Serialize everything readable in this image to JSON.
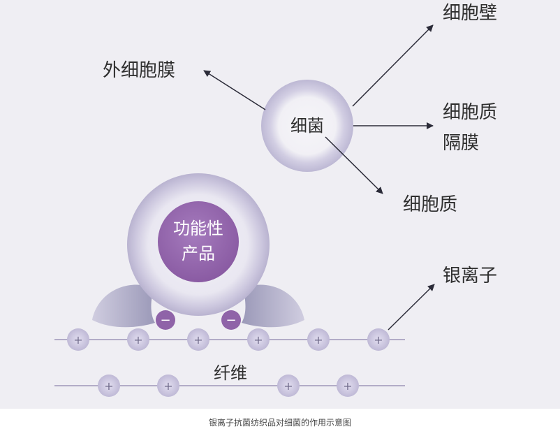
{
  "labels": {
    "outer_membrane": "外细胞膜",
    "cell_wall": "细胞壁",
    "cytoplasmic_membrane_1": "细胞质",
    "cytoplasmic_membrane_2": "隔膜",
    "cytoplasm": "细胞质",
    "silver_ion": "银离子",
    "bacteria": "细菌",
    "product_line1": "功能性",
    "product_line2": "产品",
    "fiber": "纤维"
  },
  "symbols": {
    "positive": "+",
    "negative": "−"
  },
  "caption": "银离子抗菌纺织品对细菌的作用示意图",
  "colors": {
    "background": "#efeef3",
    "bacteria_ring": "#c9c6dc",
    "bacteria_inner": "#f1f0f5",
    "product_core": "#9a6bb3",
    "product_ring": "#c4bedb",
    "ion_fill": "#cbc6df",
    "negative_fill": "#8f63a8",
    "arrow": "#2b2b38",
    "line": "#b2acc7"
  }
}
